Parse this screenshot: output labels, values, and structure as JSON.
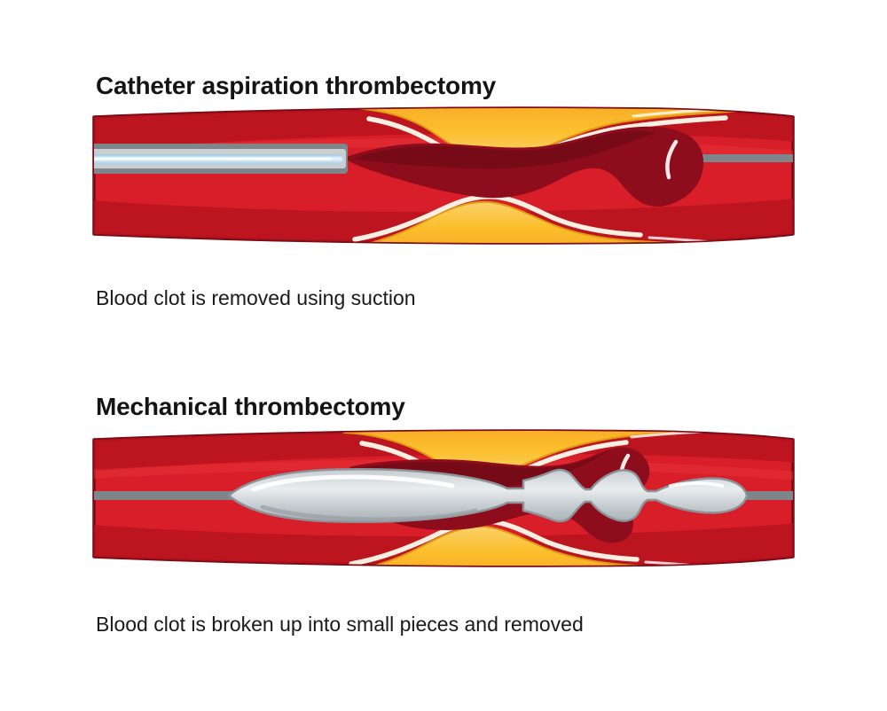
{
  "figure": {
    "kind": "medical-illustration",
    "subject": "Thrombectomy procedures",
    "background_color": "#ffffff"
  },
  "palette": {
    "vessel_red": "#D81E28",
    "vessel_red_light": "#E2252C",
    "vessel_red_dark": "#B01520",
    "vessel_outline": "#7A0A14",
    "clot_dark_red": "#8E0D1C",
    "clot_deep": "#6E0A16",
    "clot_highlight": "#A31425",
    "plaque_yellow": "#FBC02D",
    "plaque_yellow_light": "#FAD06B",
    "plaque_highlight": "#FFF4D0",
    "plaque_outline": "#E09A12",
    "catheter_gray": "#7F868B",
    "catheter_body": "#C9CED1",
    "catheter_lumen": "#AFD2E8",
    "catheter_lumen_highlight": "#EAF6FF",
    "device_silver": "#B9C0C4",
    "device_silver_light": "#DFE4E6",
    "device_outline": "#8D9499",
    "guidewire_gray": "#7F868B",
    "title_color": "#141414",
    "caption_color": "#1a1a1a"
  },
  "panels": [
    {
      "id": "catheter-aspiration",
      "title": "Catheter aspiration thrombectomy",
      "caption": "Blood clot is removed using suction",
      "elements": {
        "vessel": "blood-vessel-cross-section",
        "plaque": "atherosclerotic-plaque-deposits",
        "clot": "blood-clot-thrombus",
        "device": "aspiration-catheter-tube",
        "guidewire": "guidewire"
      }
    },
    {
      "id": "mechanical-thrombectomy",
      "title": "Mechanical thrombectomy",
      "caption": "Blood clot is broken up into small pieces and removed",
      "elements": {
        "vessel": "blood-vessel-cross-section",
        "plaque": "atherosclerotic-plaque-deposits",
        "clot": "blood-clot-thrombus",
        "device": "mechanical-thrombectomy-device",
        "guidewire": "guidewire"
      }
    }
  ]
}
